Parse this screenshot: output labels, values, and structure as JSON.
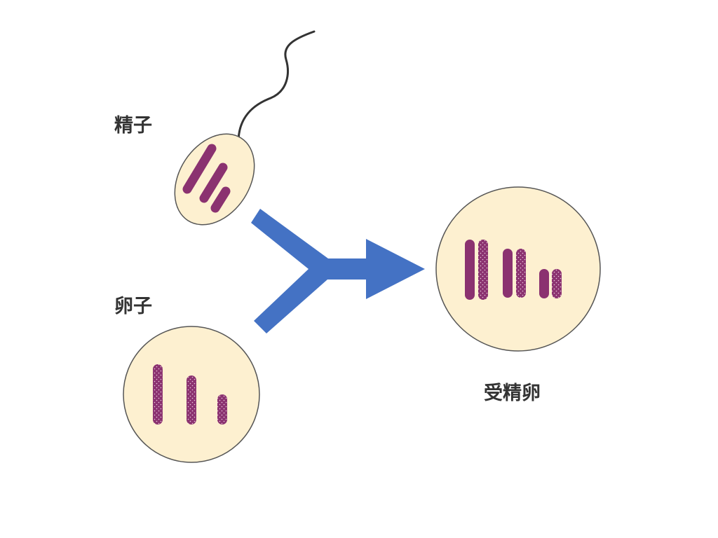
{
  "labels": {
    "sperm": "精子",
    "egg": "卵子",
    "zygote": "受精卵"
  },
  "colors": {
    "cell_fill": "#fdf0d0",
    "cell_stroke": "#555555",
    "chromosome": "#8b3270",
    "arrow": "#4472c4",
    "tail": "#333333",
    "text": "#333333"
  },
  "icons": {
    "merge_arrow": "y-merge-arrow-icon"
  }
}
